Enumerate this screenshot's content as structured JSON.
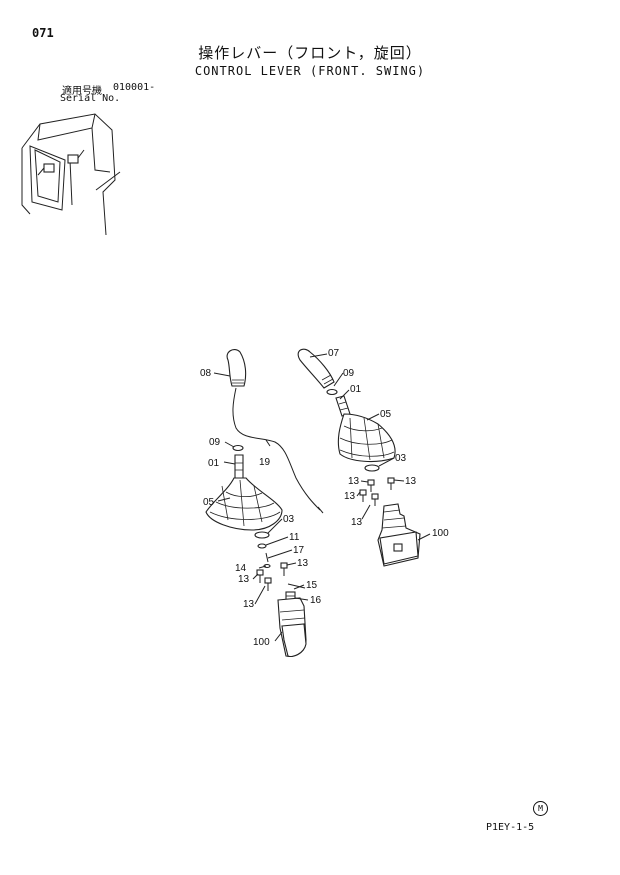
{
  "page_number": "071",
  "title_jp": "操作レバー（フロント，旋回）",
  "title_en": "CONTROL LEVER (FRONT. SWING)",
  "serial_label_jp": "適用号機",
  "serial_range": "010001-",
  "serial_label_en": "Serial No.",
  "footer_code": "P1EY-1-5",
  "footer_mark": "M",
  "callouts": {
    "c07": "07",
    "c09r": "09",
    "c01r": "01",
    "c05r": "05",
    "c03r": "03",
    "c13ra": "13",
    "c13rb": "13",
    "c13rc": "13",
    "c13rd": "13",
    "c100r": "100",
    "c08": "08",
    "c09l": "09",
    "c19": "19",
    "c01l": "01",
    "c05l": "05",
    "c03l": "03",
    "c11": "11",
    "c17": "17",
    "c14": "14",
    "c13la": "13",
    "c13lb": "13",
    "c15": "15",
    "c16": "16",
    "c13lc": "13",
    "c100l": "100"
  }
}
